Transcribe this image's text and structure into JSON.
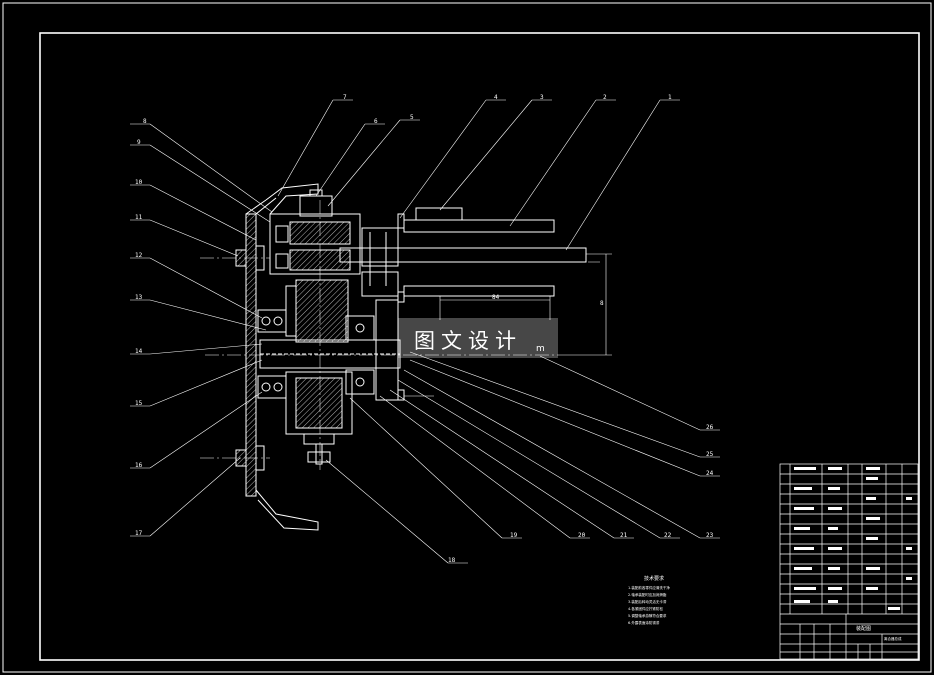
{
  "drawing": {
    "watermark": "图文设计",
    "watermark_mark": "m",
    "balloons": [
      "1",
      "2",
      "3",
      "4",
      "5",
      "6",
      "7",
      "8",
      "9",
      "10",
      "11",
      "12",
      "13",
      "14",
      "15",
      "16",
      "17",
      "18",
      "19",
      "20",
      "21",
      "22",
      "23",
      "24",
      "25",
      "26"
    ],
    "dimension_label": "8",
    "notes_title": "技术要求",
    "notes": [
      "1.装配前各零件应清洗干净",
      "2.轴承装配时应加润滑脂",
      "3.装配后转动灵活无卡滞",
      "4.各紧固件应拧紧防松",
      "5.调整轴承游隙符合要求",
      "6.外露表面涂防锈漆"
    ],
    "title_block": {
      "drawing_title": "装配图",
      "part_name": "离合器总成"
    }
  },
  "colors": {
    "background": "#000000",
    "lines": "#ffffff",
    "watermark_fill": "rgba(255,255,255,0.28)"
  }
}
